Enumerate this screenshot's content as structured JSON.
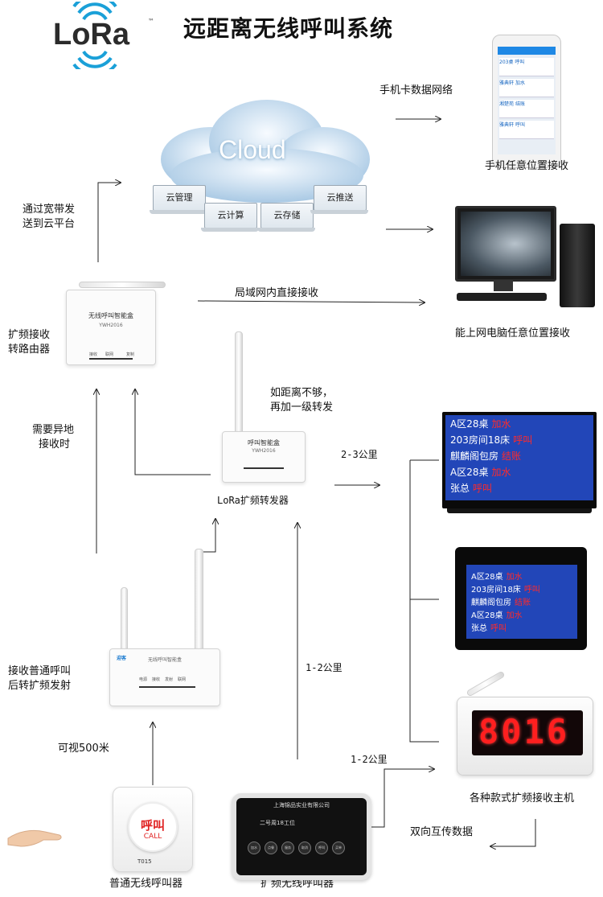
{
  "title": "远距离无线呼叫系统",
  "logo": {
    "text": "LoRa",
    "tm": "™"
  },
  "cloud": {
    "word": "Cloud",
    "services": [
      "云管理",
      "云计算",
      "云存储",
      "云推送"
    ]
  },
  "labels": {
    "mobile_network": "手机卡数据网络",
    "phone_receive": "手机任意位置接收",
    "broadband_1": "通过宽带发",
    "broadband_2": "送到云平台",
    "lan_direct": "局域网内直接接收",
    "pc_receive": "能上网电脑任意位置接收",
    "router_label_1": "扩频接收",
    "router_label_2": "转路由器",
    "forward_note_1": "如距离不够，",
    "forward_note_2": "再加一级转发",
    "remote_1": "需要异地",
    "remote_2": "接收时",
    "repeater_label": "LoRa扩频转发器",
    "range_2_3": "2-3公里",
    "range_1_2_a": "1-2公里",
    "range_1_2_b": "1-2公里",
    "receiver_label_1": "接收普通呼叫",
    "receiver_label_2": "后转扩频发射",
    "visible_range": "可视500米",
    "host_label": "各种款式扩频接收主机",
    "bidirectional": "双向互传数据",
    "normal_caller": "普通无线呼叫器",
    "spread_caller": "扩频无线呼叫器"
  },
  "router_top": {
    "name": "无线呼叫智能盒",
    "model": "YWH2016",
    "leds": [
      "接收",
      "联网",
      "复制"
    ]
  },
  "repeater": {
    "name": "呼叫智能盒",
    "model": "YWH2016"
  },
  "receiver_box": {
    "brand": "迎客",
    "name": "无线呼叫智能盒",
    "leds": [
      "电源",
      "接收",
      "发射",
      "联网"
    ]
  },
  "phone_screen": {
    "rows": [
      {
        "title": "203桌",
        "action": "呼叫"
      },
      {
        "title": "雅典轩",
        "action": "加水"
      },
      {
        "title": "湘楚苑",
        "action": "结账"
      },
      {
        "title": "雅典轩",
        "action": "呼叫"
      }
    ]
  },
  "tv1": [
    {
      "place": "A区28桌",
      "action": "加水"
    },
    {
      "place": "203房间18床",
      "action": "呼叫"
    },
    {
      "place": "麒麟阁包房",
      "action": "结账"
    },
    {
      "place": "A区28桌",
      "action": "加水"
    },
    {
      "place": "张总",
      "action": "呼叫"
    }
  ],
  "tv2": [
    {
      "place": "A区28桌",
      "action": "加水"
    },
    {
      "place": "203房间18床",
      "action": "呼叫"
    },
    {
      "place": "麒麟阁包房",
      "action": "结账"
    },
    {
      "place": "A区28桌",
      "action": "加水"
    },
    {
      "place": "张总",
      "action": "呼叫"
    }
  ],
  "led_host": {
    "display": "8016"
  },
  "call_button": {
    "cn": "呼叫",
    "en": "CALL",
    "model": "T015"
  },
  "keypad": {
    "company": "上海锦品实业有限公司",
    "model_text": "二号周18工位",
    "keys": [
      "加水",
      "点餐",
      "服务",
      "取消",
      "呼叫",
      "买单"
    ]
  },
  "colors": {
    "tv_blue": "#2246b8",
    "action_red": "#ff2a2a",
    "led_red": "#ff1f1f"
  }
}
